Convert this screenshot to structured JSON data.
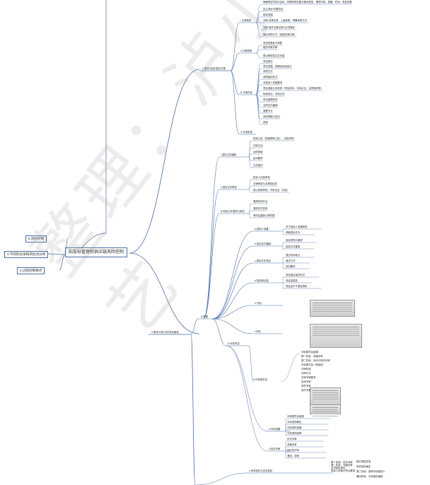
{
  "center": "招投标管理和供应链风险控制",
  "left_nodes": [
    "5.风险控制",
    "4.不同阶段采购风险点分析",
    "3.过程控制要点"
  ],
  "l1_nodes": [
    "1.策划-制定招标方案",
    "2.策划与执行的关系细化"
  ],
  "plan_groups": [
    {
      "label": "i.方案策划",
      "items": [
        "明确项目内容与目标、梳理采购范围与服务类型，需求内容、规模、时间、资金来源",
        "自主项目/代建项目",
        "招标范围",
        "对照 法律法规、上级政策，明确采购方式",
        "对照 相关法律法规与必须程序",
        "确定采购方式（依据法律法规）"
      ]
    },
    {
      "label": "ii.方案审核",
      "items": [
        "项目所属各方审核",
        "组织专家评审",
        "提出审核意见并完善"
      ]
    },
    {
      "label": "iii.方案内容",
      "items": [
        "项目概况",
        "项目范围、规模及标段划分",
        "采购方式",
        "采购组织形式",
        "对投标人资格要求",
        "项目进度计划安排（项目成本、评标办法、合同授权等）",
        "标段划分、评标办法",
        "项目管理安排",
        "合同文件编制",
        "重要节点",
        "风险预案与应对",
        "其他"
      ]
    },
    {
      "label": "iv.方案实施",
      "items": []
    }
  ],
  "exec_groups": [
    {
      "label": "i.招标文件编制",
      "items": [
        "招标公告（资格预审公告）、招标须知",
        "评标办法",
        "合同条款",
        "技术要求",
        "文件格式"
      ]
    },
    {
      "label": "ii.招标文件审查",
      "items": [
        "招标人内部审查",
        "法律审查与合规性检查",
        "核心条款审查、专家论证（可选）"
      ]
    },
    {
      "label": "iii.招标文件澄清与修改",
      "items": [
        "澄清时间节点",
        "澄清文件发布",
        "修改后重新计算时限"
      ]
    }
  ],
  "exec_mid": "iii.答疑",
  "tender_groups": [
    {
      "label": "a.投标人准备",
      "items": [
        "关于投标人资格审查",
        "获取招标文件"
      ]
    },
    {
      "label": "b.投标文件编制",
      "items": [
        "投标须知与要求",
        "投标文件要素"
      ]
    },
    {
      "label": "c.投标文件递交",
      "items": [
        "递交时间地点",
        "递交方式",
        "密封要求"
      ]
    },
    {
      "label": "d.投标保证金",
      "items": [
        "投标保证金的形式",
        "保证金退还",
        "保证金不予退还情形"
      ]
    },
    {
      "label": "e.开标",
      "items": []
    },
    {
      "label": "f.评标",
      "items": []
    }
  ],
  "evaluation": {
    "label": "iv.评标内容",
    "text_lines": [
      "评标委员会组建：",
      "第一阶段：资格评审",
      "第二阶段：技术与商务评审",
      "评标委员会一般组成：",
      "评审标准",
      "评审方法",
      "评审专家要求",
      "技术专家",
      "商务专家",
      "经济专家"
    ],
    "sub_groups": [
      {
        "label": "a.评标准备",
        "items": [
          "评标委员会组建",
          "评标规则确定",
          "评标资料准备",
          "评标现场保障"
        ]
      },
      {
        "label": "b.初步评审",
        "items": [
          "形式评审",
          "资格评审",
          "响应性评审",
          "澄清、说明"
        ]
      }
    ],
    "final_label": "c.有效投标与否定投标",
    "final_lines": [
      "第一阶段：初步评审",
      "第二阶段：详细评审",
      "否决投标情形",
      "投标人资格不符合要求",
      "报价明显异常",
      "有效投标确定",
      "第三阶段：推荐中标候选人",
      "第四阶段：评标报告编制"
    ]
  },
  "watermark": "整理：泸小艺"
}
